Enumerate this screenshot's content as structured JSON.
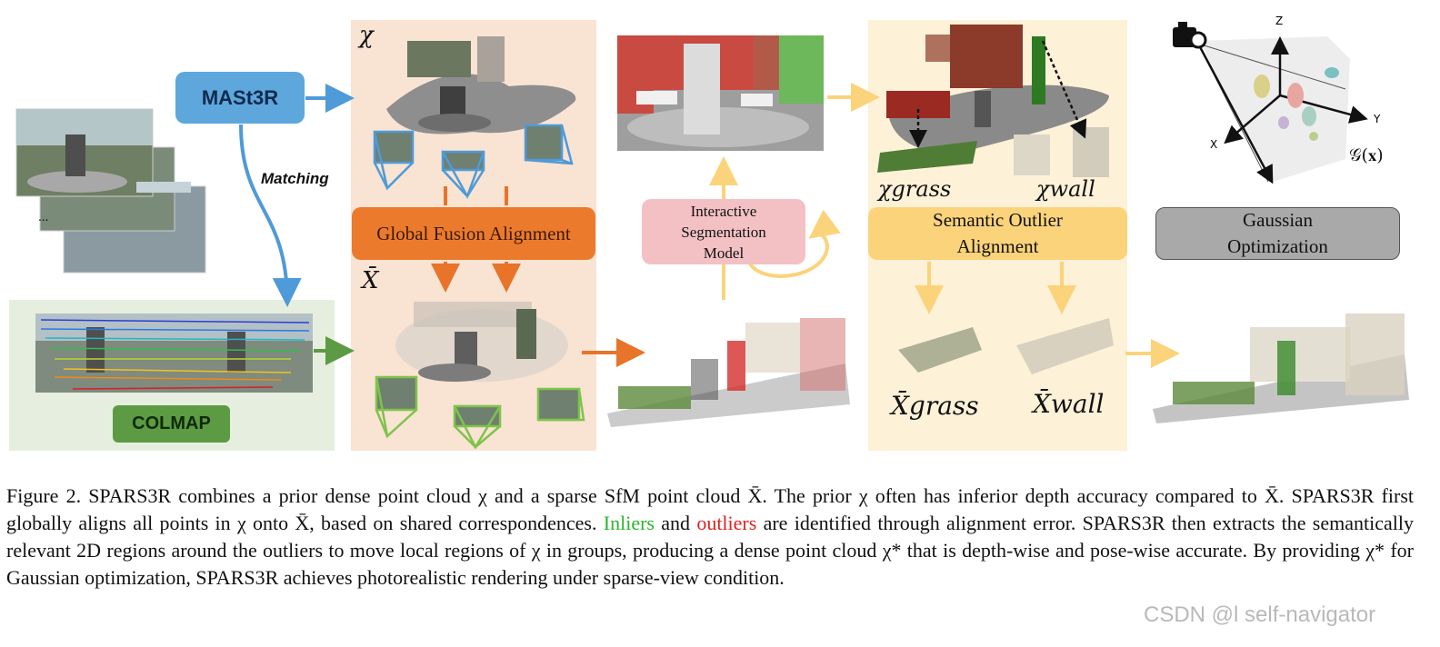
{
  "boxes": {
    "mast3r": "MASt3R",
    "colmap": "COLMAP",
    "global_fusion": "Global Fusion Alignment",
    "interactive_seg_line1": "Interactive",
    "interactive_seg_line2": "Segmentation",
    "interactive_seg_line3": "Model",
    "semantic_outlier_line1": "Semantic Outlier",
    "semantic_outlier_line2": "Alignment",
    "gaussian_line1": "Gaussian",
    "gaussian_line2": "Optimization"
  },
  "labels": {
    "matching": "Matching",
    "chi": "χ",
    "x_bar": "X̄",
    "chi_grass": "χgrass",
    "chi_wall": "χwall",
    "x_bar_grass": "X̄grass",
    "x_bar_wall": "X̄wall",
    "gaussian_fn": "𝒢(𝐱)",
    "axis_x": "X",
    "axis_y": "Y",
    "axis_z": "Z",
    "dots": "..."
  },
  "caption": {
    "part1": "Figure 2. SPARS3R combines a prior dense point cloud χ and a sparse SfM point cloud X̄. The prior χ often has inferior depth accuracy compared to X̄. SPARS3R first globally aligns all points in χ onto X̄, based on shared correspondences. ",
    "inliers": "Inliers",
    "and": " and ",
    "outliers": "outliers",
    "part2": " are identified through alignment error. SPARS3R then extracts the semantically relevant 2D regions around the outliers to move local regions of χ in groups, producing a dense point cloud χ* that is depth-wise and pose-wise accurate. By providing χ* for Gaussian optimization, SPARS3R achieves photorealistic rendering under sparse-view condition."
  },
  "watermark": "CSDN @l self-navigator",
  "colors": {
    "fusion_panel": "#f9e3d3",
    "semantic_panel": "#fdf1d8",
    "colmap_panel": "#e6efdf",
    "mast3r_blue": "#5ea7dd",
    "colmap_green": "#5c9b43",
    "fusion_orange": "#ec7a2d",
    "segmentation_pink": "#f3c1c4",
    "semantic_yellow": "#fbd37a",
    "gaussian_gray": "#a9a9a9",
    "inlier_green": "#2bb52b",
    "outlier_red": "#e12020"
  }
}
